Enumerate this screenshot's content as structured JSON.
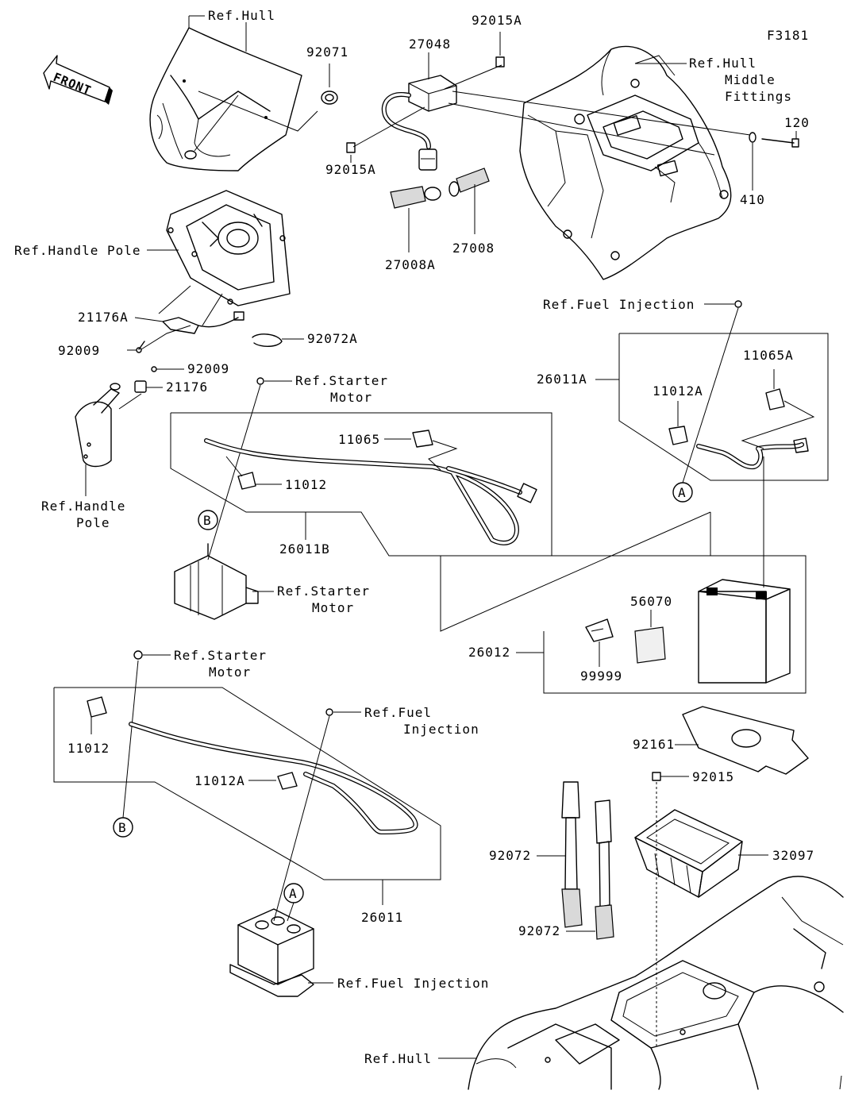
{
  "diagram": {
    "figure_code": "F3181",
    "front_label": "FRONT",
    "callout_a": "A",
    "callout_b": "B",
    "labels": {
      "ref_hull_top": "Ref.Hull",
      "p92071": "92071",
      "p27048": "27048",
      "p92015A_top": "92015A",
      "ref_hull_middle_1": "Ref.Hull",
      "ref_hull_middle_2": "Middle",
      "ref_hull_middle_3": "Fittings",
      "p120": "120",
      "p410": "410",
      "p92015A_bottom": "92015A",
      "p27008": "27008",
      "p27008A": "27008A",
      "ref_handle_pole_1": "Ref.Handle Pole",
      "p21176A": "21176A",
      "p92009_1": "92009",
      "p92072A": "92072A",
      "p92009_2": "92009",
      "p21176": "21176",
      "ref_handle_pole_2a": "Ref.Handle",
      "ref_handle_pole_2b": "Pole",
      "ref_starter_1a": "Ref.Starter",
      "ref_starter_1b": "Motor",
      "p11065": "11065",
      "p11012_1": "11012",
      "p26011B": "26011B",
      "ref_starter_2a": "Ref.Starter",
      "ref_starter_2b": "Motor",
      "ref_fuel_1": "Ref.Fuel Injection",
      "p26011A": "26011A",
      "p11065A": "11065A",
      "p11012A_1": "11012A",
      "p56070": "56070",
      "p26012": "26012",
      "p99999": "99999",
      "ref_starter_3a": "Ref.Starter",
      "ref_starter_3b": "Motor",
      "p11012_2": "11012",
      "ref_fuel_2a": "Ref.Fuel",
      "ref_fuel_2b": "Injection",
      "p11012A_2": "11012A",
      "p26011": "26011",
      "ref_fuel_3": "Ref.Fuel Injection",
      "p92161": "92161",
      "p92015": "92015",
      "p32097": "32097",
      "p92072_1": "92072",
      "p92072_2": "92072",
      "ref_hull_bottom": "Ref.Hull"
    }
  }
}
